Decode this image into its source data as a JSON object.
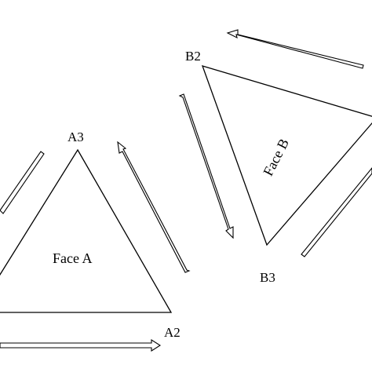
{
  "labels": {
    "a3": "A3",
    "a2": "A2",
    "b2": "B2",
    "b3": "B3",
    "face_a": "Face A",
    "face_b": "Face B"
  }
}
